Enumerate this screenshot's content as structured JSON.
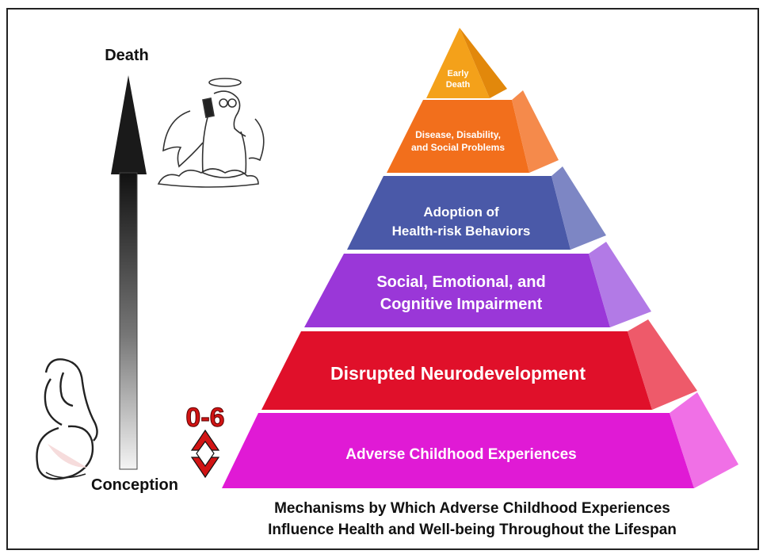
{
  "timeline": {
    "top_label": "Death",
    "bottom_label": "Conception",
    "age_range": "0-6"
  },
  "pyramid": {
    "levels": [
      {
        "line1": "Early",
        "line2": "Death",
        "color": "#f4a11a"
      },
      {
        "line1": "Disease, Disability,",
        "line2": "and Social Problems",
        "color": "#f26f1c"
      },
      {
        "line1": "Adoption of",
        "line2": "Health-risk Behaviors",
        "color": "#4a59a8"
      },
      {
        "line1": "Social, Emotional, and",
        "line2": "Cognitive Impairment",
        "color": "#9a37d8"
      },
      {
        "line1": "Disrupted Neurodevelopment",
        "line2": "",
        "color": "#e0102a"
      },
      {
        "line1": "Adverse Childhood Experiences",
        "line2": "",
        "color": "#e01ad5"
      }
    ]
  },
  "caption": {
    "line1": "Mechanisms by Which Adverse Childhood Experiences",
    "line2": "Influence Health and Well-being Throughout the Lifespan"
  }
}
